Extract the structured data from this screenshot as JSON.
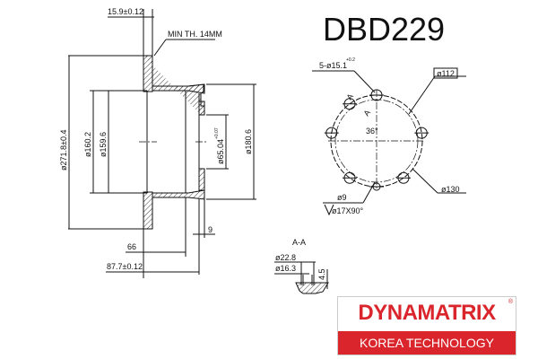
{
  "title": "DBD229",
  "side_view": {
    "thickness": "15.9±0.12",
    "min_thickness": "MIN TH. 14MM",
    "outer_diameter": "ø271.8±0.4",
    "hat_inner_diameter_1": "ø160.2",
    "hat_inner_diameter_2": "ø159.6",
    "center_bore": "ø65.04",
    "center_bore_tol": "+0.07",
    "hat_outer_diameter": "ø180.6",
    "flange_thickness": "9",
    "hat_depth": "66",
    "overall_height": "87.7±0.12"
  },
  "front_view": {
    "bolt_holes": "5-ø15.1",
    "bolt_holes_tol": "+0.2",
    "pcd": "ø112",
    "outer_circle": "ø130",
    "angle": "36°",
    "section_mark": "A",
    "small_hole": "ø9",
    "countersink": "ø17X90°"
  },
  "section": {
    "label": "A-A",
    "d1": "ø22.8",
    "d2": "ø16.3",
    "depth": "4.5"
  },
  "logo": {
    "brand": "DYNAMATRIX",
    "registered": "®",
    "tagline": "KOREA TECHNOLOGY",
    "color": "#d9252b"
  }
}
